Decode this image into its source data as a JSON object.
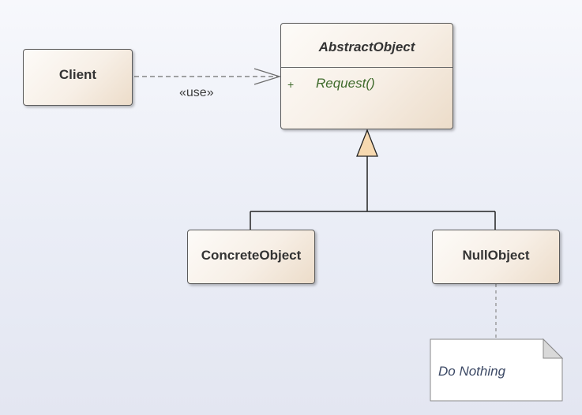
{
  "classes": {
    "client": {
      "name": "Client"
    },
    "abstract_object": {
      "name": "AbstractObject",
      "operations": [
        {
          "visibility": "+",
          "name": "Request()"
        }
      ]
    },
    "concrete_object": {
      "name": "ConcreteObject"
    },
    "null_object": {
      "name": "NullObject"
    }
  },
  "connectors": {
    "use": {
      "stereotype": "«use»"
    }
  },
  "note": {
    "text": "Do Nothing"
  },
  "colors": {
    "operation_text": "#3f6b2c",
    "note_text": "#3d4a66",
    "generalization_arrow_fill": "#f7d9b0"
  }
}
